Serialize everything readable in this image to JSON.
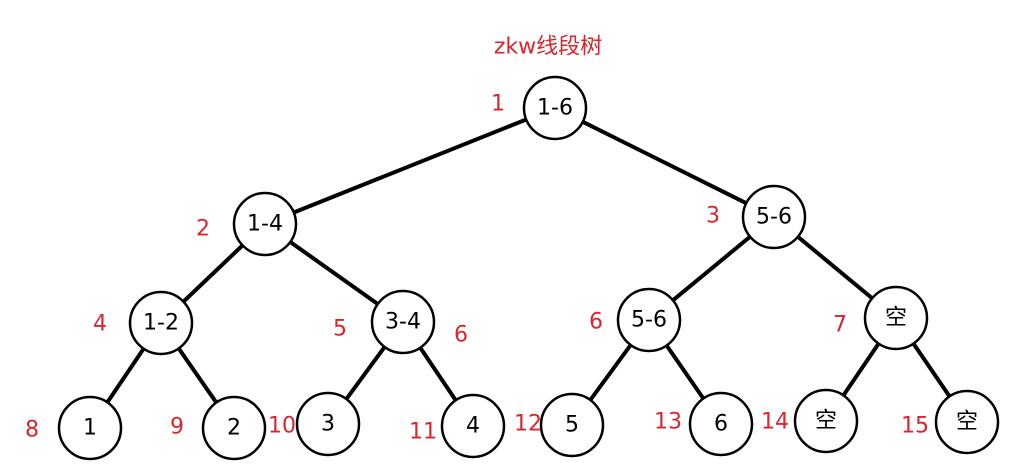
{
  "title": "zkw线段树",
  "colors": {
    "label": "#d9262e",
    "node_border": "#000000",
    "edge": "#000000",
    "background": "#ffffff"
  },
  "nodes": [
    {
      "id": "1",
      "label": "1-6"
    },
    {
      "id": "2",
      "label": "1-4"
    },
    {
      "id": "3",
      "label": "5-6"
    },
    {
      "id": "4",
      "label": "1-2"
    },
    {
      "id": "5",
      "label": "3-4"
    },
    {
      "id": "6",
      "label": "5-6"
    },
    {
      "id": "7",
      "label": "空"
    },
    {
      "id": "8",
      "label": "1"
    },
    {
      "id": "9",
      "label": "2"
    },
    {
      "id": "10",
      "label": "3"
    },
    {
      "id": "11",
      "label": "4"
    },
    {
      "id": "12",
      "label": "5"
    },
    {
      "id": "13",
      "label": "6"
    },
    {
      "id": "14",
      "label": "空"
    },
    {
      "id": "15",
      "label": "空"
    }
  ],
  "extra_labels": [
    "6"
  ],
  "edges": [
    [
      "1",
      "2"
    ],
    [
      "1",
      "3"
    ],
    [
      "2",
      "4"
    ],
    [
      "2",
      "5"
    ],
    [
      "3",
      "6"
    ],
    [
      "3",
      "7"
    ],
    [
      "4",
      "8"
    ],
    [
      "4",
      "9"
    ],
    [
      "5",
      "10"
    ],
    [
      "5",
      "11"
    ],
    [
      "6",
      "12"
    ],
    [
      "6",
      "13"
    ],
    [
      "7",
      "14"
    ],
    [
      "7",
      "15"
    ]
  ]
}
